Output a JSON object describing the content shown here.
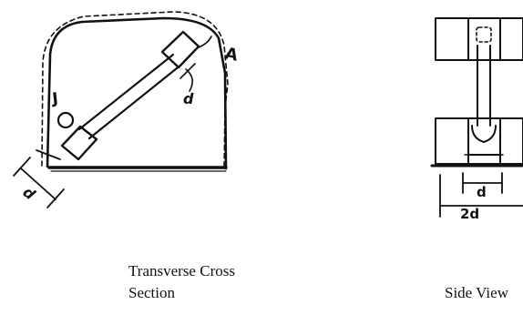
{
  "figure": {
    "left_view": {
      "caption_line1": "Transverse Cross",
      "caption_line2": "Section",
      "labels": {
        "point_j": "J",
        "point_a": "A",
        "dim_upper": "d",
        "dim_lower": "d"
      }
    },
    "right_view": {
      "caption": "Side View",
      "labels": {
        "dim_inner": "d",
        "dim_outer": "2d"
      }
    }
  }
}
